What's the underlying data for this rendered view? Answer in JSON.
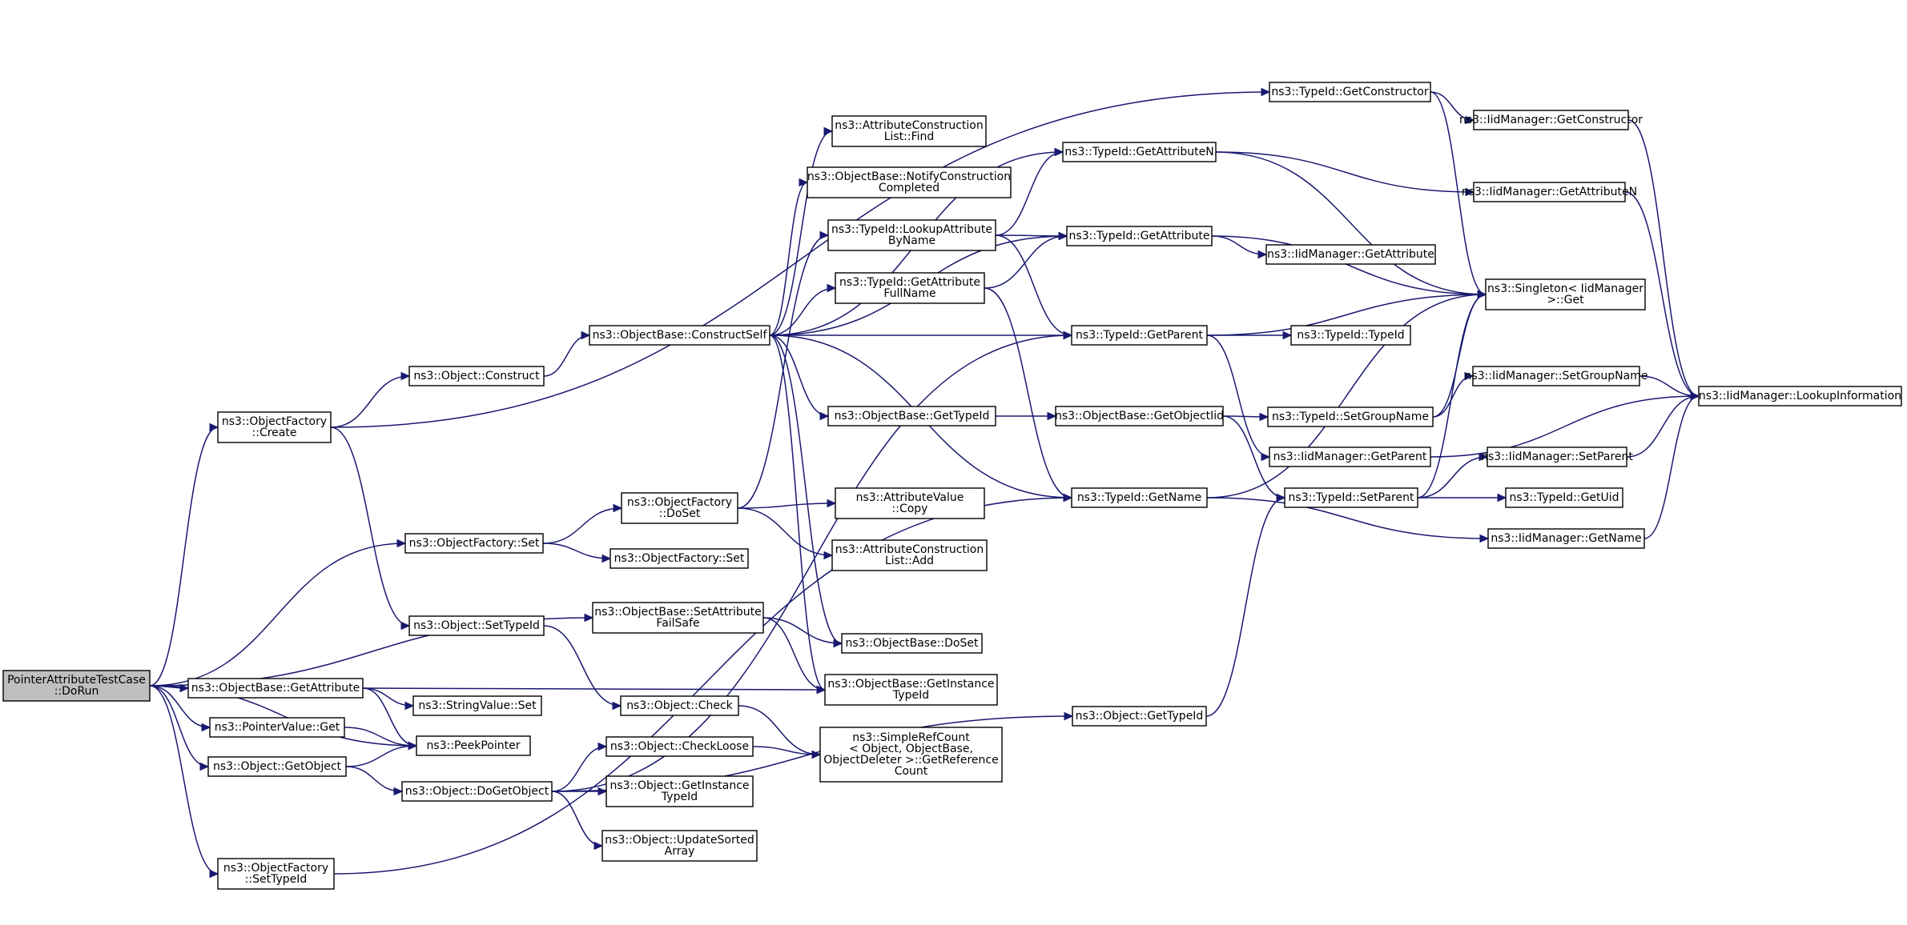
{
  "graph": {
    "edge_color": "#191970",
    "root_fill": "#bfbfbf",
    "node_fill": "#ffffff",
    "nodes": [
      {
        "id": "root",
        "lines": [
          "PointerAttributeTestCase",
          "::DoRun"
        ],
        "root": true
      },
      {
        "id": "of_create",
        "lines": [
          "ns3::ObjectFactory",
          "::Create"
        ]
      },
      {
        "id": "of_set",
        "lines": [
          "ns3::ObjectFactory::Set"
        ]
      },
      {
        "id": "ob_setattr_fs",
        "lines": [
          "ns3::ObjectBase::SetAttribute",
          "FailSafe"
        ]
      },
      {
        "id": "ob_getattr",
        "lines": [
          "ns3::ObjectBase::GetAttribute"
        ]
      },
      {
        "id": "pv_get",
        "lines": [
          "ns3::PointerValue::Get"
        ]
      },
      {
        "id": "o_getobject",
        "lines": [
          "ns3::Object::GetObject"
        ]
      },
      {
        "id": "of_settypeid",
        "lines": [
          "ns3::ObjectFactory",
          "::SetTypeId"
        ]
      },
      {
        "id": "o_construct",
        "lines": [
          "ns3::Object::Construct"
        ]
      },
      {
        "id": "o_settypeid",
        "lines": [
          "ns3::Object::SetTypeId"
        ]
      },
      {
        "id": "ob_constructself",
        "lines": [
          "ns3::ObjectBase::ConstructSelf"
        ]
      },
      {
        "id": "of_doset",
        "lines": [
          "ns3::ObjectFactory",
          "::DoSet"
        ]
      },
      {
        "id": "of_set2",
        "lines": [
          "ns3::ObjectFactory::Set"
        ]
      },
      {
        "id": "sv_set",
        "lines": [
          "ns3::StringValue::Set"
        ]
      },
      {
        "id": "peekpointer",
        "lines": [
          "ns3::PeekPointer"
        ]
      },
      {
        "id": "o_dogetobject",
        "lines": [
          "ns3::Object::DoGetObject"
        ]
      },
      {
        "id": "o_check",
        "lines": [
          "ns3::Object::Check"
        ]
      },
      {
        "id": "o_checkloose",
        "lines": [
          "ns3::Object::CheckLoose"
        ]
      },
      {
        "id": "o_getinsttid",
        "lines": [
          "ns3::Object::GetInstance",
          "TypeId"
        ]
      },
      {
        "id": "o_updatesorted",
        "lines": [
          "ns3::Object::UpdateSorted",
          "Array"
        ]
      },
      {
        "id": "acl_find",
        "lines": [
          "ns3::AttributeConstruction",
          "List::Find"
        ]
      },
      {
        "id": "ob_notify",
        "lines": [
          "ns3::ObjectBase::NotifyConstruction",
          "Completed"
        ]
      },
      {
        "id": "tid_lookup",
        "lines": [
          "ns3::TypeId::LookupAttribute",
          "ByName"
        ]
      },
      {
        "id": "tid_getattrfull",
        "lines": [
          "ns3::TypeId::GetAttribute",
          "FullName"
        ]
      },
      {
        "id": "ob_gettypeid",
        "lines": [
          "ns3::ObjectBase::GetTypeId"
        ]
      },
      {
        "id": "av_copy",
        "lines": [
          "ns3::AttributeValue",
          "::Copy"
        ]
      },
      {
        "id": "acl_add",
        "lines": [
          "ns3::AttributeConstruction",
          "List::Add"
        ]
      },
      {
        "id": "ob_doset",
        "lines": [
          "ns3::ObjectBase::DoSet"
        ]
      },
      {
        "id": "ob_getinsttid",
        "lines": [
          "ns3::ObjectBase::GetInstance",
          "TypeId"
        ]
      },
      {
        "id": "srf_getref",
        "lines": [
          "ns3::SimpleRefCount",
          "< Object, ObjectBase,",
          "ObjectDeleter >::GetReference",
          "Count"
        ]
      },
      {
        "id": "tid_getattrn",
        "lines": [
          "ns3::TypeId::GetAttributeN"
        ]
      },
      {
        "id": "tid_getattr",
        "lines": [
          "ns3::TypeId::GetAttribute"
        ]
      },
      {
        "id": "tid_getparent",
        "lines": [
          "ns3::TypeId::GetParent"
        ]
      },
      {
        "id": "ob_getobjectiid",
        "lines": [
          "ns3::ObjectBase::GetObjectIid"
        ]
      },
      {
        "id": "tid_getname",
        "lines": [
          "ns3::TypeId::GetName"
        ]
      },
      {
        "id": "o_gettypeid",
        "lines": [
          "ns3::Object::GetTypeId"
        ]
      },
      {
        "id": "tid_getconstructor",
        "lines": [
          "ns3::TypeId::GetConstructor"
        ]
      },
      {
        "id": "iid_getattr",
        "lines": [
          "ns3::IidManager::GetAttribute"
        ]
      },
      {
        "id": "tid_typeid",
        "lines": [
          "ns3::TypeId::TypeId"
        ]
      },
      {
        "id": "tid_setgroupname",
        "lines": [
          "ns3::TypeId::SetGroupName"
        ]
      },
      {
        "id": "iid_getparent",
        "lines": [
          "ns3::IidManager::GetParent"
        ]
      },
      {
        "id": "tid_setparent",
        "lines": [
          "ns3::TypeId::SetParent"
        ]
      },
      {
        "id": "iid_getconstructor",
        "lines": [
          "ns3::IidManager::GetConstructor"
        ]
      },
      {
        "id": "iid_getattrn",
        "lines": [
          "ns3::IidManager::GetAttributeN"
        ]
      },
      {
        "id": "singleton_get",
        "lines": [
          "ns3::Singleton< IidManager",
          ">::Get"
        ]
      },
      {
        "id": "iid_setgroupname",
        "lines": [
          "ns3::IidManager::SetGroupName"
        ]
      },
      {
        "id": "iid_setparent",
        "lines": [
          "ns3::IidManager::SetParent"
        ]
      },
      {
        "id": "tid_getuid",
        "lines": [
          "ns3::TypeId::GetUid"
        ]
      },
      {
        "id": "iid_getname",
        "lines": [
          "ns3::IidManager::GetName"
        ]
      },
      {
        "id": "iid_lookupinfo",
        "lines": [
          "ns3::IidManager::LookupInformation"
        ]
      }
    ],
    "edges": [
      [
        "root",
        "of_create"
      ],
      [
        "root",
        "of_set"
      ],
      [
        "root",
        "ob_setattr_fs"
      ],
      [
        "root",
        "ob_getattr"
      ],
      [
        "root",
        "pv_get"
      ],
      [
        "root",
        "o_getobject"
      ],
      [
        "root",
        "of_settypeid"
      ],
      [
        "root",
        "peekpointer"
      ],
      [
        "of_create",
        "tid_getconstructor"
      ],
      [
        "of_create",
        "o_construct"
      ],
      [
        "of_create",
        "o_settypeid"
      ],
      [
        "o_construct",
        "ob_constructself"
      ],
      [
        "of_set",
        "of_doset"
      ],
      [
        "of_set",
        "of_set2"
      ],
      [
        "ob_setattr_fs",
        "ob_doset"
      ],
      [
        "ob_setattr_fs",
        "ob_getinsttid"
      ],
      [
        "ob_getattr",
        "sv_set"
      ],
      [
        "ob_getattr",
        "peekpointer"
      ],
      [
        "ob_getattr",
        "ob_getinsttid"
      ],
      [
        "pv_get",
        "peekpointer"
      ],
      [
        "o_getobject",
        "peekpointer"
      ],
      [
        "o_getobject",
        "o_dogetobject"
      ],
      [
        "of_settypeid",
        "tid_getname"
      ],
      [
        "o_settypeid",
        "o_check"
      ],
      [
        "o_dogetobject",
        "tid_getparent"
      ],
      [
        "o_dogetobject",
        "o_checkloose"
      ],
      [
        "o_dogetobject",
        "o_getinsttid"
      ],
      [
        "o_dogetobject",
        "o_updatesorted"
      ],
      [
        "o_dogetobject",
        "o_gettypeid"
      ],
      [
        "o_check",
        "srf_getref"
      ],
      [
        "o_checkloose",
        "srf_getref"
      ],
      [
        "ob_constructself",
        "tid_getattrn"
      ],
      [
        "ob_constructself",
        "tid_getattr"
      ],
      [
        "ob_constructself",
        "acl_find"
      ],
      [
        "ob_constructself",
        "ob_notify"
      ],
      [
        "ob_constructself",
        "tid_getattrfull"
      ],
      [
        "ob_constructself",
        "tid_getparent"
      ],
      [
        "ob_constructself",
        "ob_gettypeid"
      ],
      [
        "ob_constructself",
        "tid_getname"
      ],
      [
        "ob_constructself",
        "ob_doset"
      ],
      [
        "ob_constructself",
        "ob_getinsttid"
      ],
      [
        "of_doset",
        "tid_lookup"
      ],
      [
        "of_doset",
        "av_copy"
      ],
      [
        "of_doset",
        "acl_add"
      ],
      [
        "tid_lookup",
        "tid_getattrn"
      ],
      [
        "tid_lookup",
        "tid_getattr"
      ],
      [
        "tid_lookup",
        "tid_getparent"
      ],
      [
        "tid_getattrfull",
        "tid_getattr"
      ],
      [
        "tid_getattrfull",
        "tid_getname"
      ],
      [
        "ob_gettypeid",
        "ob_getobjectiid"
      ],
      [
        "ob_getobjectiid",
        "tid_setgroupname"
      ],
      [
        "ob_getobjectiid",
        "tid_setparent"
      ],
      [
        "tid_getattrn",
        "iid_getattrn"
      ],
      [
        "tid_getattrn",
        "singleton_get"
      ],
      [
        "tid_getattr",
        "iid_getattr"
      ],
      [
        "tid_getattr",
        "singleton_get"
      ],
      [
        "tid_getparent",
        "tid_typeid"
      ],
      [
        "tid_getparent",
        "singleton_get"
      ],
      [
        "tid_getparent",
        "iid_getparent"
      ],
      [
        "tid_getname",
        "singleton_get"
      ],
      [
        "tid_getname",
        "iid_getname"
      ],
      [
        "o_gettypeid",
        "tid_setparent"
      ],
      [
        "tid_getconstructor",
        "iid_getconstructor"
      ],
      [
        "tid_getconstructor",
        "singleton_get"
      ],
      [
        "tid_setgroupname",
        "iid_setgroupname"
      ],
      [
        "tid_setgroupname",
        "singleton_get"
      ],
      [
        "tid_setparent",
        "iid_setparent"
      ],
      [
        "tid_setparent",
        "tid_getuid"
      ],
      [
        "tid_setparent",
        "singleton_get"
      ],
      [
        "iid_getconstructor",
        "iid_lookupinfo"
      ],
      [
        "iid_getattrn",
        "iid_lookupinfo"
      ],
      [
        "iid_setgroupname",
        "iid_lookupinfo"
      ],
      [
        "iid_getparent",
        "iid_lookupinfo"
      ],
      [
        "iid_setparent",
        "iid_lookupinfo"
      ],
      [
        "iid_getname",
        "iid_lookupinfo"
      ]
    ]
  }
}
